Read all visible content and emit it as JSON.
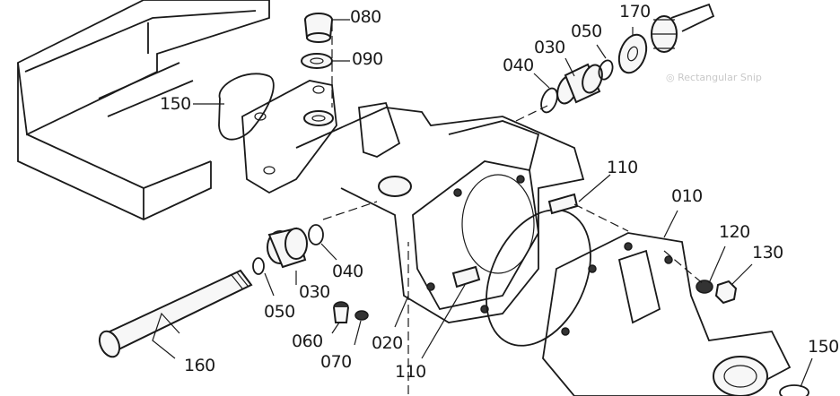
{
  "watermark": "Rectangular Snip",
  "callouts": [
    {
      "id": "080",
      "text": "080"
    },
    {
      "id": "090",
      "text": "090"
    },
    {
      "id": "170",
      "text": "170"
    },
    {
      "id": "050-top",
      "text": "050"
    },
    {
      "id": "030-top",
      "text": "030"
    },
    {
      "id": "040-top",
      "text": "040"
    },
    {
      "id": "150-left",
      "text": "150"
    },
    {
      "id": "110-top",
      "text": "110"
    },
    {
      "id": "010",
      "text": "010"
    },
    {
      "id": "120",
      "text": "120"
    },
    {
      "id": "130",
      "text": "130"
    },
    {
      "id": "040-mid",
      "text": "040"
    },
    {
      "id": "030-mid",
      "text": "030"
    },
    {
      "id": "050-mid",
      "text": "050"
    },
    {
      "id": "060",
      "text": "060"
    },
    {
      "id": "070",
      "text": "070"
    },
    {
      "id": "020",
      "text": "020"
    },
    {
      "id": "110-bot",
      "text": "110"
    },
    {
      "id": "160",
      "text": "160"
    },
    {
      "id": "150-right",
      "text": "150"
    }
  ]
}
